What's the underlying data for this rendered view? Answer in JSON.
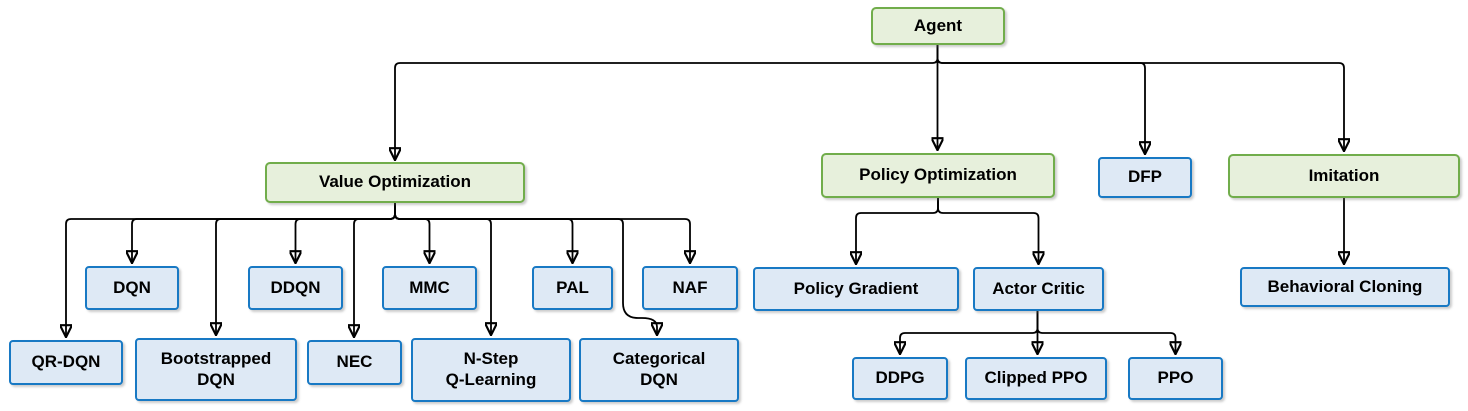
{
  "diagram": {
    "type": "hierarchy-tree",
    "nodes": {
      "agent": {
        "label": "Agent",
        "variant": "category"
      },
      "value_optimization": {
        "label": "Value Optimization",
        "variant": "category"
      },
      "policy_optimization": {
        "label": "Policy Optimization",
        "variant": "category"
      },
      "dfp": {
        "label": "DFP",
        "variant": "algorithm"
      },
      "imitation": {
        "label": "Imitation",
        "variant": "category"
      },
      "dqn": {
        "label": "DQN",
        "variant": "algorithm"
      },
      "ddqn": {
        "label": "DDQN",
        "variant": "algorithm"
      },
      "mmc": {
        "label": "MMC",
        "variant": "algorithm"
      },
      "pal": {
        "label": "PAL",
        "variant": "algorithm"
      },
      "naf": {
        "label": "NAF",
        "variant": "algorithm"
      },
      "qr_dqn": {
        "label": "QR-DQN",
        "variant": "algorithm"
      },
      "bootstrapped_dqn": {
        "label": "Bootstrapped\nDQN",
        "variant": "algorithm"
      },
      "nec": {
        "label": "NEC",
        "variant": "algorithm"
      },
      "n_step_q_learning": {
        "label": "N-Step\nQ-Learning",
        "variant": "algorithm"
      },
      "categorical_dqn": {
        "label": "Categorical\nDQN",
        "variant": "algorithm"
      },
      "policy_gradient": {
        "label": "Policy Gradient",
        "variant": "algorithm"
      },
      "actor_critic": {
        "label": "Actor Critic",
        "variant": "algorithm"
      },
      "ddpg": {
        "label": "DDPG",
        "variant": "algorithm"
      },
      "clipped_ppo": {
        "label": "Clipped PPO",
        "variant": "algorithm"
      },
      "ppo": {
        "label": "PPO",
        "variant": "algorithm"
      },
      "behavioral_cloning": {
        "label": "Behavioral Cloning",
        "variant": "algorithm"
      }
    },
    "edges": [
      {
        "from": "agent",
        "to": "value_optimization"
      },
      {
        "from": "agent",
        "to": "policy_optimization"
      },
      {
        "from": "agent",
        "to": "dfp"
      },
      {
        "from": "agent",
        "to": "imitation"
      },
      {
        "from": "value_optimization",
        "to": "qr_dqn"
      },
      {
        "from": "value_optimization",
        "to": "dqn"
      },
      {
        "from": "value_optimization",
        "to": "bootstrapped_dqn"
      },
      {
        "from": "value_optimization",
        "to": "ddqn"
      },
      {
        "from": "value_optimization",
        "to": "nec"
      },
      {
        "from": "value_optimization",
        "to": "mmc"
      },
      {
        "from": "value_optimization",
        "to": "n_step_q_learning"
      },
      {
        "from": "value_optimization",
        "to": "pal"
      },
      {
        "from": "value_optimization",
        "to": "categorical_dqn"
      },
      {
        "from": "value_optimization",
        "to": "naf"
      },
      {
        "from": "policy_optimization",
        "to": "policy_gradient"
      },
      {
        "from": "policy_optimization",
        "to": "actor_critic"
      },
      {
        "from": "actor_critic",
        "to": "ddpg"
      },
      {
        "from": "actor_critic",
        "to": "clipped_ppo"
      },
      {
        "from": "actor_critic",
        "to": "ppo"
      },
      {
        "from": "imitation",
        "to": "behavioral_cloning"
      }
    ],
    "colors": {
      "category_border": "#71AD4B",
      "category_fill": "#E7F0DC",
      "algorithm_border": "#1879C4",
      "algorithm_fill": "#DEE9F5",
      "connector": "#000000",
      "text": "#000000",
      "background": "#FFFFFF"
    }
  }
}
